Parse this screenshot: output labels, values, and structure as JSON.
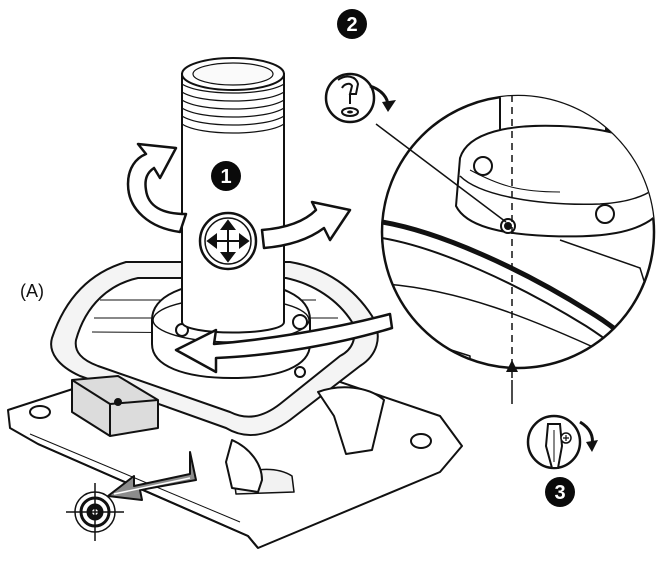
{
  "labels": {
    "part": "(A)",
    "step1": "1",
    "step2": "2",
    "step3": "3"
  },
  "icons": {
    "move": "four-way-move-icon",
    "hex_key_rotate": "hex-key-rotate-icon",
    "screwdriver_rotate": "screwdriver-rotate-icon",
    "target": "crosshair-target-icon"
  },
  "colors": {
    "ink": "#111111",
    "badge": "#0a0a0a",
    "paper": "#ffffff",
    "shadow_arrow": "#8c8c8c"
  }
}
